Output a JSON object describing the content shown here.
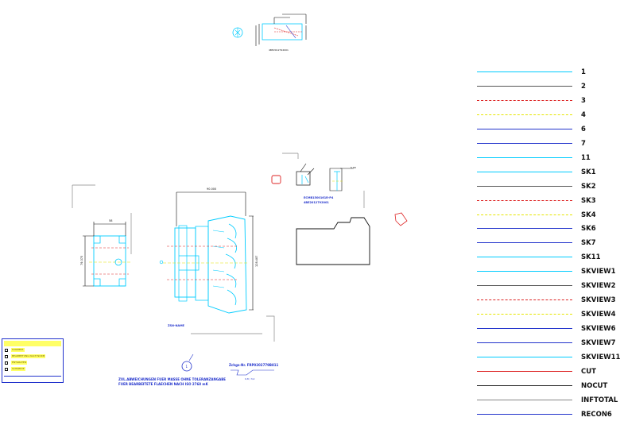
{
  "legend": {
    "layers": [
      {
        "name": "1",
        "color": "#00ccff",
        "style": "solid"
      },
      {
        "name": "2",
        "color": "#555555",
        "style": "solid"
      },
      {
        "name": "3",
        "color": "#dd2222",
        "style": "dashed"
      },
      {
        "name": "4",
        "color": "#e6e600",
        "style": "dashed"
      },
      {
        "name": "6",
        "color": "#2233cc",
        "style": "solid"
      },
      {
        "name": "7",
        "color": "#2233cc",
        "style": "solid"
      },
      {
        "name": "11",
        "color": "#00ccff",
        "style": "solid"
      },
      {
        "name": "SK1",
        "color": "#00ccff",
        "style": "solid"
      },
      {
        "name": "SK2",
        "color": "#555555",
        "style": "solid"
      },
      {
        "name": "SK3",
        "color": "#dd2222",
        "style": "dashed"
      },
      {
        "name": "SK4",
        "color": "#e6e600",
        "style": "dashed"
      },
      {
        "name": "SK6",
        "color": "#2233cc",
        "style": "solid"
      },
      {
        "name": "SK7",
        "color": "#2233cc",
        "style": "solid"
      },
      {
        "name": "SK11",
        "color": "#00ccff",
        "style": "solid"
      },
      {
        "name": "SKVIEW1",
        "color": "#00ccff",
        "style": "solid"
      },
      {
        "name": "SKVIEW2",
        "color": "#555555",
        "style": "solid"
      },
      {
        "name": "SKVIEW3",
        "color": "#dd2222",
        "style": "dashed"
      },
      {
        "name": "SKVIEW4",
        "color": "#e6e600",
        "style": "dashed"
      },
      {
        "name": "SKVIEW6",
        "color": "#2233cc",
        "style": "solid"
      },
      {
        "name": "SKVIEW7",
        "color": "#2233cc",
        "style": "solid"
      },
      {
        "name": "SKVIEW11",
        "color": "#00ccff",
        "style": "solid"
      },
      {
        "name": "CUT",
        "color": "#dd2222",
        "style": "solid"
      },
      {
        "name": "NOCUT",
        "color": "#222222",
        "style": "solid"
      },
      {
        "name": "INFTOTAL",
        "color": "#888888",
        "style": "solid"
      },
      {
        "name": "RECON6",
        "color": "#2233cc",
        "style": "solid"
      }
    ]
  },
  "drawing": {
    "top_part_number": "4BE2012792001",
    "side_width_dim": "58",
    "side_height_dim": "79.375",
    "main_width_dim": "90.000",
    "main_height_dim": "128.487",
    "label_zsn": "ZSN-NAME",
    "detail_ref1": "ECMB1500161R-P4",
    "detail_ref2": "4BE2012792001",
    "detail_dim": "5.58",
    "note_line1": "ZUL.ABWEICHUNGEN FUER MASSE OHNE TOLERANZANGABE",
    "note_line2": "FUER BEARBEITETE FLAECHEN NACH ISO 2768 mK",
    "balloon": "1",
    "drawing_number": "Zchgs-Nr. FRP0202779B811",
    "fraction_text": "0,8 / 3,2"
  },
  "titleblock": {
    "rows": [
      "KURZBEZ.",
      "BEARBEITUNG NACH NORM",
      "ENTGRATEN",
      "SCHNEIDE"
    ]
  }
}
